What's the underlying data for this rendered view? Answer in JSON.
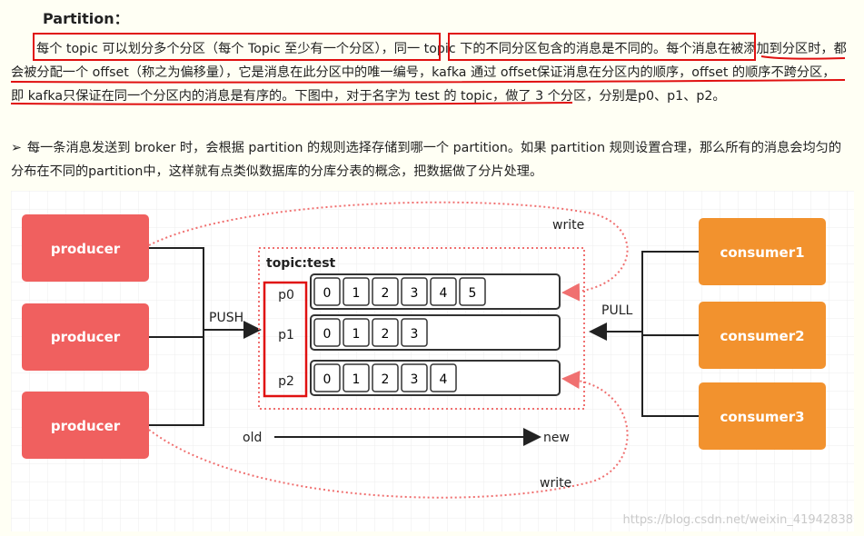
{
  "heading": "Partition：",
  "paragraph1": {
    "part1": "每个 topic 可以划分多个分区（每个 Topic 至少有一个分区）",
    "sep1": "，",
    "part2": "同一 topic 下的不同分区包含的消息是不同的",
    "sep2": "。",
    "part3": "每个消息在被添加到分区时，都会被分配一个 offset（称之为偏移量），它是消息在此分区中的唯一编号，kafka 通过 offset保证消息在分区内的顺序，offset 的顺序不跨分区，即 kafka只保证在同一个分区内的消息是有序的",
    "part4": "。下图中，对于名字为 test 的 topic，做了 3 个分区，分别是p0、p1、p2。"
  },
  "paragraph2": {
    "bullet": "➢",
    "text": "每一条消息发送到 broker 时，会根据 partition 的规则选择存储到哪一个 partition。如果 partition 规则设置合理，那么所有的消息会均匀的分布在不同的partition中，这样就有点类似数据库的分库分表的概念，把数据做了分片处理。"
  },
  "diagram": {
    "producers": [
      "producer",
      "producer",
      "producer"
    ],
    "consumers": [
      "consumer1",
      "consumer2",
      "consumer3"
    ],
    "topic_label": "topic:test",
    "partitions": [
      {
        "name": "p0",
        "offsets": [
          "0",
          "1",
          "2",
          "3",
          "4",
          "5"
        ]
      },
      {
        "name": "p1",
        "offsets": [
          "0",
          "1",
          "2",
          "3"
        ]
      },
      {
        "name": "p2",
        "offsets": [
          "0",
          "1",
          "2",
          "3",
          "4"
        ]
      }
    ],
    "push_label": "PUSH",
    "pull_label": "PULL",
    "write_label_top": "write",
    "write_label_bottom": "write",
    "old_label": "old",
    "new_label": "new",
    "colors": {
      "producer": "#f0605f",
      "consumer": "#f2922e",
      "dotted": "#f07070",
      "highlight": "#e01010"
    }
  },
  "watermark": "https://blog.csdn.net/weixin_41942838"
}
